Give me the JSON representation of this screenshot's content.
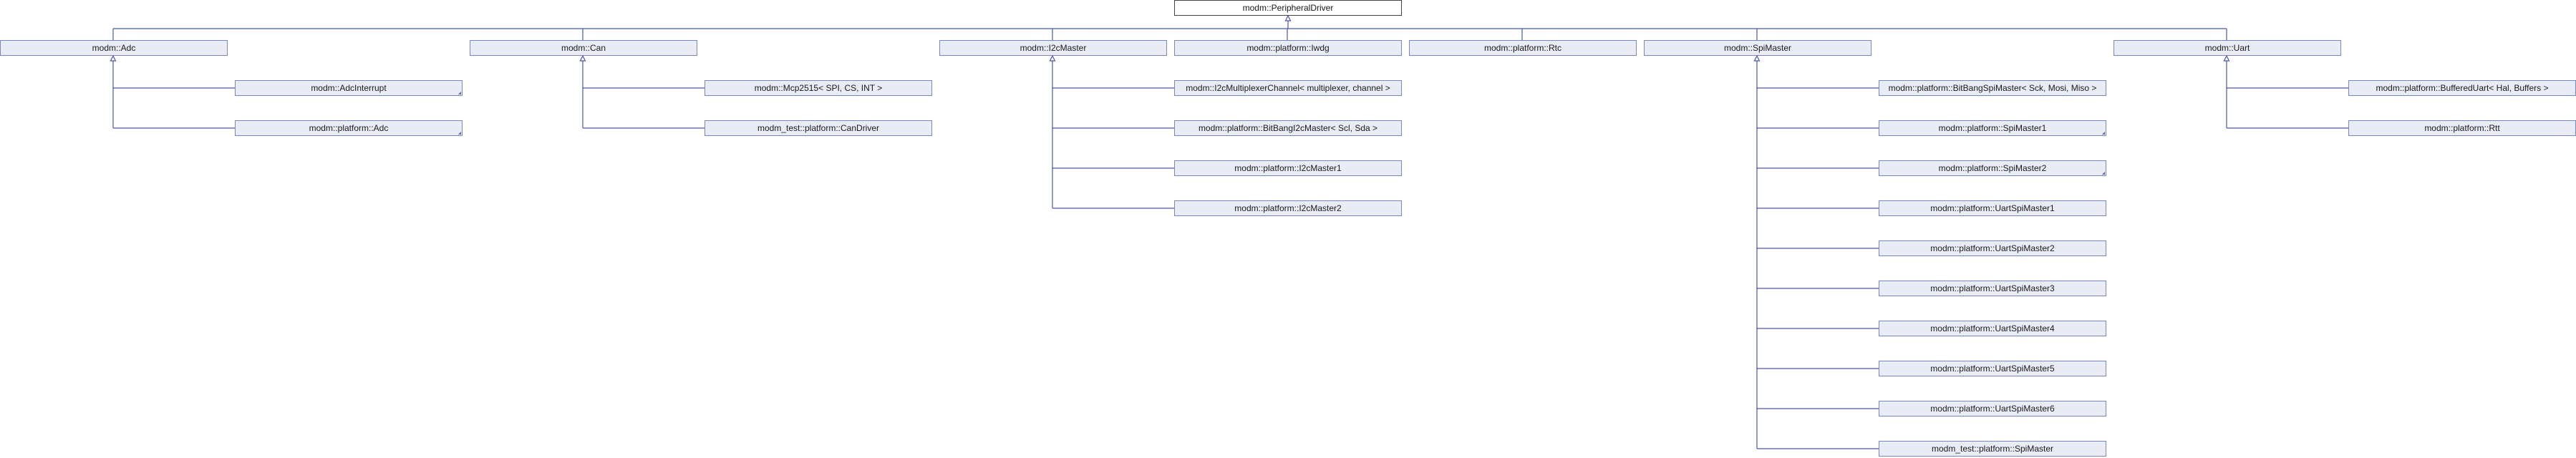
{
  "root": {
    "label": "modm::PeripheralDriver"
  },
  "groups": [
    {
      "label": "modm::Adc",
      "children": [
        {
          "label": "modm::AdcInterrupt",
          "has_more": true
        },
        {
          "label": "modm::platform::Adc",
          "has_more": true
        }
      ]
    },
    {
      "label": "modm::Can",
      "children": [
        {
          "label": "modm::Mcp2515< SPI, CS, INT >",
          "has_more": false
        },
        {
          "label": "modm_test::platform::CanDriver",
          "has_more": false
        }
      ]
    },
    {
      "label": "modm::I2cMaster",
      "children": [
        {
          "label": "modm::I2cMultiplexerChannel< multiplexer, channel >",
          "has_more": false
        },
        {
          "label": "modm::platform::BitBangI2cMaster< Scl, Sda >",
          "has_more": false
        },
        {
          "label": "modm::platform::I2cMaster1",
          "has_more": false
        },
        {
          "label": "modm::platform::I2cMaster2",
          "has_more": false
        }
      ]
    },
    {
      "label": "modm::platform::Iwdg",
      "children": []
    },
    {
      "label": "modm::platform::Rtc",
      "children": []
    },
    {
      "label": "modm::SpiMaster",
      "children": [
        {
          "label": "modm::platform::BitBangSpiMaster< Sck, Mosi, Miso >",
          "has_more": false
        },
        {
          "label": "modm::platform::SpiMaster1",
          "has_more": true
        },
        {
          "label": "modm::platform::SpiMaster2",
          "has_more": true
        },
        {
          "label": "modm::platform::UartSpiMaster1",
          "has_more": false
        },
        {
          "label": "modm::platform::UartSpiMaster2",
          "has_more": false
        },
        {
          "label": "modm::platform::UartSpiMaster3",
          "has_more": false
        },
        {
          "label": "modm::platform::UartSpiMaster4",
          "has_more": false
        },
        {
          "label": "modm::platform::UartSpiMaster5",
          "has_more": false
        },
        {
          "label": "modm::platform::UartSpiMaster6",
          "has_more": false
        },
        {
          "label": "modm_test::platform::SpiMaster",
          "has_more": false
        }
      ]
    },
    {
      "label": "modm::Uart",
      "children": [
        {
          "label": "modm::platform::BufferedUart< Hal, Buffers >",
          "has_more": false
        },
        {
          "label": "modm::platform::Rtt",
          "has_more": false
        }
      ]
    }
  ]
}
